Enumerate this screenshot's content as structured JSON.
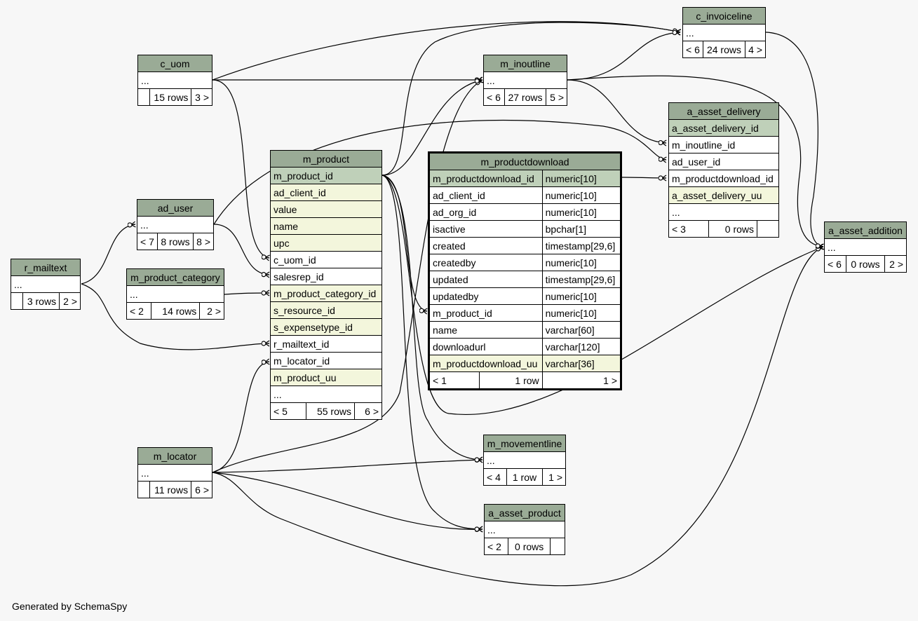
{
  "footer": "Generated by SchemaSpy",
  "tables": {
    "c_invoiceline": {
      "name": "c_invoiceline",
      "more": "...",
      "stats": [
        "< 6",
        "24 rows",
        "4 >"
      ]
    },
    "m_inoutline": {
      "name": "m_inoutline",
      "more": "...",
      "stats": [
        "< 6",
        "27 rows",
        "5 >"
      ]
    },
    "c_uom": {
      "name": "c_uom",
      "more": "...",
      "stats": [
        "",
        "15 rows",
        "3 >"
      ]
    },
    "ad_user": {
      "name": "ad_user",
      "more": "...",
      "stats": [
        "< 7",
        "8 rows",
        "8 >"
      ]
    },
    "r_mailtext": {
      "name": "r_mailtext",
      "more": "...",
      "stats": [
        "",
        "3 rows",
        "2 >"
      ]
    },
    "m_product_category": {
      "name": "m_product_category",
      "more": "...",
      "stats": [
        "< 2",
        "14 rows",
        "2 >"
      ]
    },
    "m_locator": {
      "name": "m_locator",
      "more": "...",
      "stats": [
        "",
        "11 rows",
        "6 >"
      ]
    },
    "m_movementline": {
      "name": "m_movementline",
      "more": "...",
      "stats": [
        "< 4",
        "1 row",
        "1 >"
      ]
    },
    "a_asset_product": {
      "name": "a_asset_product",
      "more": "...",
      "stats": [
        "< 2",
        "0 rows",
        ""
      ]
    },
    "a_asset_addition": {
      "name": "a_asset_addition",
      "more": "...",
      "stats": [
        "< 6",
        "0 rows",
        "2 >"
      ]
    },
    "a_asset_delivery": {
      "name": "a_asset_delivery",
      "columns": [
        "a_asset_delivery_id",
        "m_inoutline_id",
        "ad_user_id",
        "m_productdownload_id",
        "a_asset_delivery_uu"
      ],
      "more": "...",
      "stats": [
        "< 3",
        "0 rows",
        ""
      ]
    },
    "m_product": {
      "name": "m_product",
      "columns": [
        "m_product_id",
        "ad_client_id",
        "value",
        "name",
        "upc",
        "c_uom_id",
        "salesrep_id",
        "m_product_category_id",
        "s_resource_id",
        "s_expensetype_id",
        "r_mailtext_id",
        "m_locator_id",
        "m_product_uu"
      ],
      "more": "...",
      "stats": [
        "< 5",
        "55 rows",
        "6 >"
      ]
    },
    "m_productdownload": {
      "name": "m_productdownload",
      "columns": [
        [
          "m_productdownload_id",
          "numeric[10]"
        ],
        [
          "ad_client_id",
          "numeric[10]"
        ],
        [
          "ad_org_id",
          "numeric[10]"
        ],
        [
          "isactive",
          "bpchar[1]"
        ],
        [
          "created",
          "timestamp[29,6]"
        ],
        [
          "createdby",
          "numeric[10]"
        ],
        [
          "updated",
          "timestamp[29,6]"
        ],
        [
          "updatedby",
          "numeric[10]"
        ],
        [
          "m_product_id",
          "numeric[10]"
        ],
        [
          "name",
          "varchar[60]"
        ],
        [
          "downloadurl",
          "varchar[120]"
        ],
        [
          "m_productdownload_uu",
          "varchar[36]"
        ]
      ],
      "stats": [
        "< 1",
        "1 row",
        "1 >"
      ]
    }
  }
}
